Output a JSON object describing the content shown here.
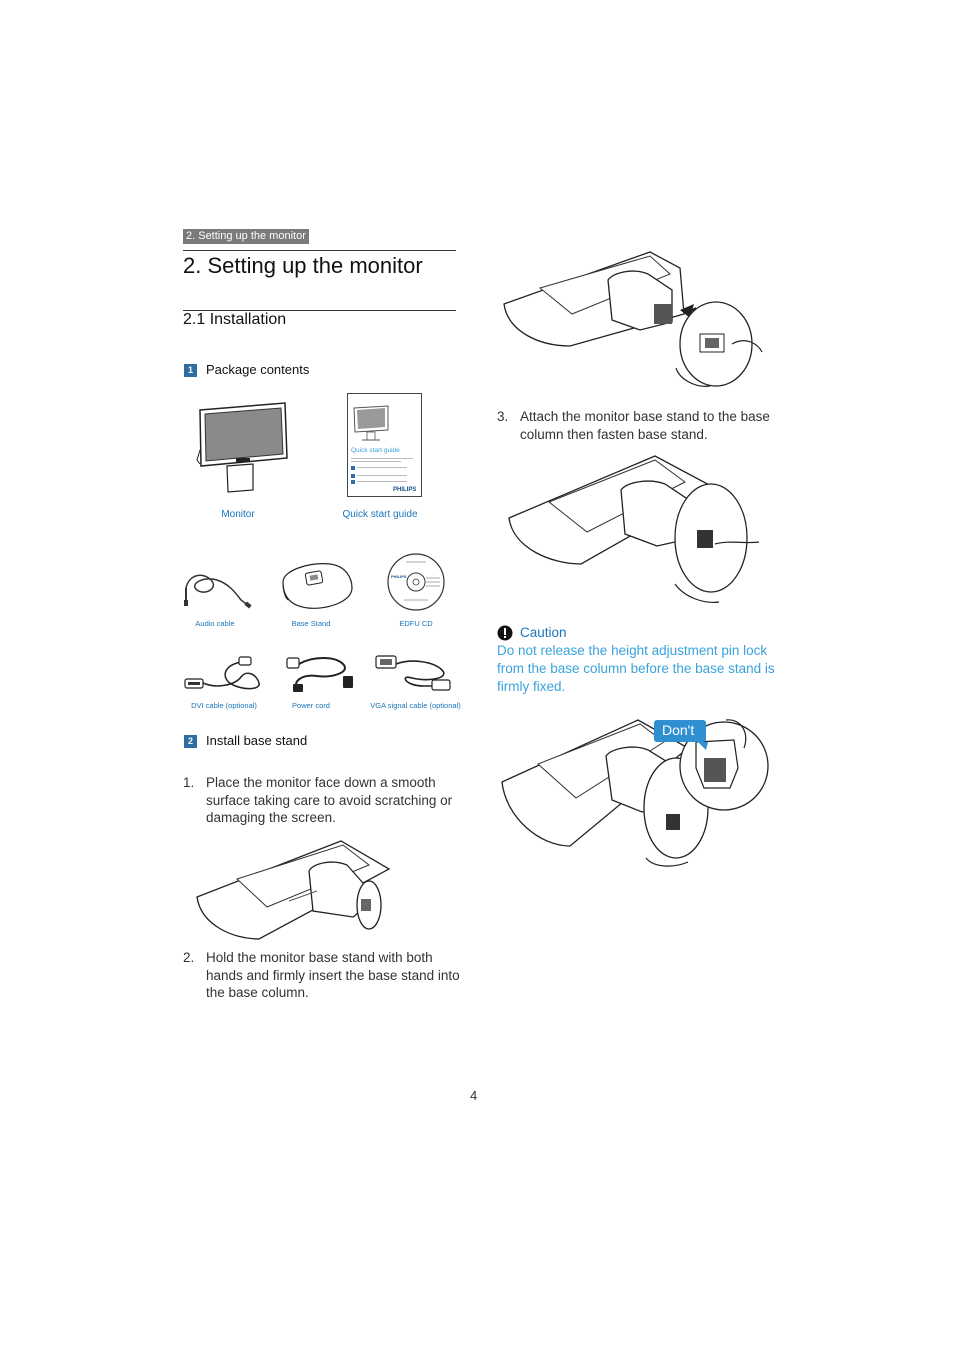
{
  "breadcrumb": "2. Setting up the monitor",
  "heading": "2.   Setting up the monitor",
  "section": "2.1  Installation",
  "steps": [
    {
      "num": "1",
      "label": "Package contents"
    },
    {
      "num": "2",
      "label": "Install base stand"
    }
  ],
  "package_items": {
    "monitor": "Monitor",
    "quick_start_guide": "Quick start guide",
    "audio_cable": "Audio cable",
    "base_stand": "Base Stand",
    "edfu_cd": "EDFU CD",
    "dvi_cable": "DVI cable (optional)",
    "power_cord": "Power cord",
    "vga_cable": "VGA signal cable (optional)"
  },
  "guide_cover": {
    "title": "Quick start guide",
    "brand": "PHILIPS"
  },
  "cd_label": {
    "brand": "PHILIPS"
  },
  "instructions": [
    {
      "num": "1.",
      "lines": [
        "Place the monitor face down a smooth",
        "surface taking care to avoid scratching or",
        "damaging the screen."
      ]
    },
    {
      "num": "2.",
      "lines": [
        "Hold the monitor base stand with both",
        "hands and firmly insert the base stand into",
        "the base column."
      ]
    },
    {
      "num": "3.",
      "lines": [
        "Attach the monitor base stand to the base",
        "column then fasten base stand."
      ]
    }
  ],
  "caution": {
    "title": "Caution",
    "lines": [
      "Do not release the height adjustment pin lock",
      "from the base column before the base stand is",
      "firmly fixed."
    ]
  },
  "dont_label": "Don't",
  "page_number": "4",
  "colors": {
    "accent_blue": "#1b76bc",
    "caution_light_blue": "#3aa3dc",
    "step_box": "#2f6ea5",
    "breadcrumb_bg": "#7a7a7a"
  }
}
